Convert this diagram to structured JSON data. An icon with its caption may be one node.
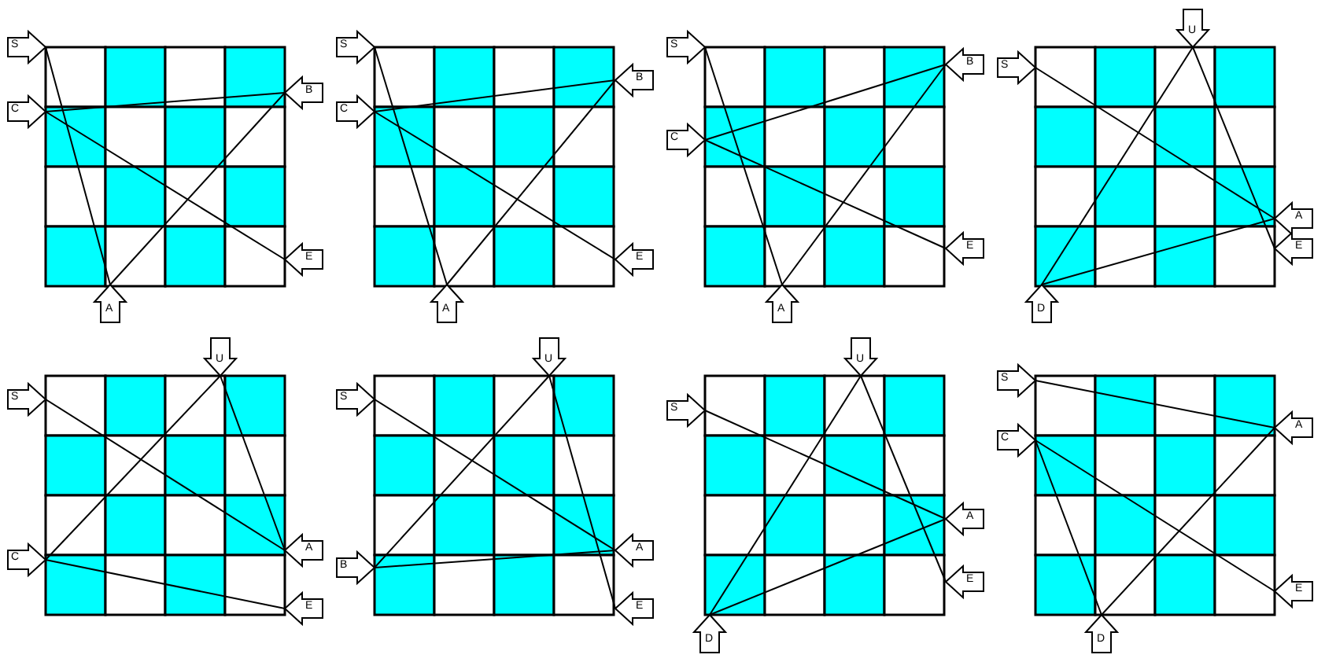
{
  "diagram": {
    "nodes": [
      {
        "text": [
          "S"
        ]
      },
      {
        "text": [
          "C"
        ]
      },
      {
        "text": [
          "B"
        ]
      },
      {
        "text": [
          "E"
        ]
      },
      {
        "text": [
          "A"
        ]
      },
      {
        "text": [
          "S"
        ]
      },
      {
        "text": [
          "C"
        ]
      },
      {
        "text": [
          "B"
        ]
      },
      {
        "text": [
          "E"
        ]
      },
      {
        "text": [
          "A"
        ]
      },
      {
        "text": [
          "S"
        ]
      },
      {
        "text": [
          "C"
        ]
      },
      {
        "text": [
          "B"
        ]
      },
      {
        "text": [
          "E"
        ]
      },
      {
        "text": [
          "A"
        ]
      },
      {
        "text": [
          "U"
        ]
      },
      {
        "text": [
          "S"
        ]
      },
      {
        "text": [
          "A"
        ]
      },
      {
        "text": [
          "E"
        ]
      },
      {
        "text": [
          "D"
        ]
      },
      {
        "text": [
          "U"
        ]
      },
      {
        "text": [
          "S"
        ]
      },
      {
        "text": [
          "C"
        ]
      },
      {
        "text": [
          "A"
        ]
      },
      {
        "text": [
          "E"
        ]
      },
      {
        "text": [
          "U"
        ]
      },
      {
        "text": [
          "S"
        ]
      },
      {
        "text": [
          "B"
        ]
      },
      {
        "text": [
          "A"
        ]
      },
      {
        "text": [
          "E"
        ]
      },
      {
        "text": [
          "U"
        ]
      },
      {
        "text": [
          "S"
        ]
      },
      {
        "text": [
          "A"
        ]
      },
      {
        "text": [
          "E"
        ]
      },
      {
        "text": [
          "D"
        ]
      },
      {
        "text": [
          "S"
        ]
      },
      {
        "text": [
          "C"
        ]
      },
      {
        "text": [
          "A"
        ]
      },
      {
        "text": [
          "E"
        ]
      },
      {
        "text": [
          "D"
        ]
      }
    ],
    "edges": [
      {
        "from": 0,
        "to": 4,
        "arrow": "none"
      },
      {
        "from": 1,
        "to": 2,
        "arrow": "none"
      },
      {
        "from": 1,
        "to": 3,
        "arrow": "none"
      },
      {
        "from": 4,
        "to": 2,
        "arrow": "none"
      },
      {
        "from": 5,
        "to": 9,
        "arrow": "none"
      },
      {
        "from": 6,
        "to": 7,
        "arrow": "none"
      },
      {
        "from": 6,
        "to": 8,
        "arrow": "none"
      },
      {
        "from": 9,
        "to": 7,
        "arrow": "none"
      },
      {
        "from": 10,
        "to": 14,
        "arrow": "none"
      },
      {
        "from": 11,
        "to": 12,
        "arrow": "none"
      },
      {
        "from": 11,
        "to": 13,
        "arrow": "none"
      },
      {
        "from": 14,
        "to": 12,
        "arrow": "none"
      },
      {
        "from": 16,
        "to": 17,
        "arrow": "none"
      },
      {
        "from": 15,
        "to": 18,
        "arrow": "none"
      },
      {
        "from": 15,
        "to": 19,
        "arrow": "none"
      },
      {
        "from": 19,
        "to": 17,
        "arrow": "none"
      },
      {
        "from": 21,
        "to": 23,
        "arrow": "none"
      },
      {
        "from": 20,
        "to": 23,
        "arrow": "none"
      },
      {
        "from": 20,
        "to": 22,
        "arrow": "none"
      },
      {
        "from": 22,
        "to": 24,
        "arrow": "none"
      },
      {
        "from": 26,
        "to": 28,
        "arrow": "none"
      },
      {
        "from": 25,
        "to": 27,
        "arrow": "none"
      },
      {
        "from": 25,
        "to": 29,
        "arrow": "none"
      },
      {
        "from": 27,
        "to": 28,
        "arrow": "none"
      },
      {
        "from": 31,
        "to": 32,
        "arrow": "none"
      },
      {
        "from": 30,
        "to": 33,
        "arrow": "none"
      },
      {
        "from": 30,
        "to": 34,
        "arrow": "none"
      },
      {
        "from": 34,
        "to": 32,
        "arrow": "none"
      },
      {
        "from": 35,
        "to": 37,
        "arrow": "none"
      },
      {
        "from": 36,
        "to": 38,
        "arrow": "none"
      },
      {
        "from": 36,
        "to": 39,
        "arrow": "none"
      },
      {
        "from": 39,
        "to": 37,
        "arrow": "none"
      }
    ]
  }
}
